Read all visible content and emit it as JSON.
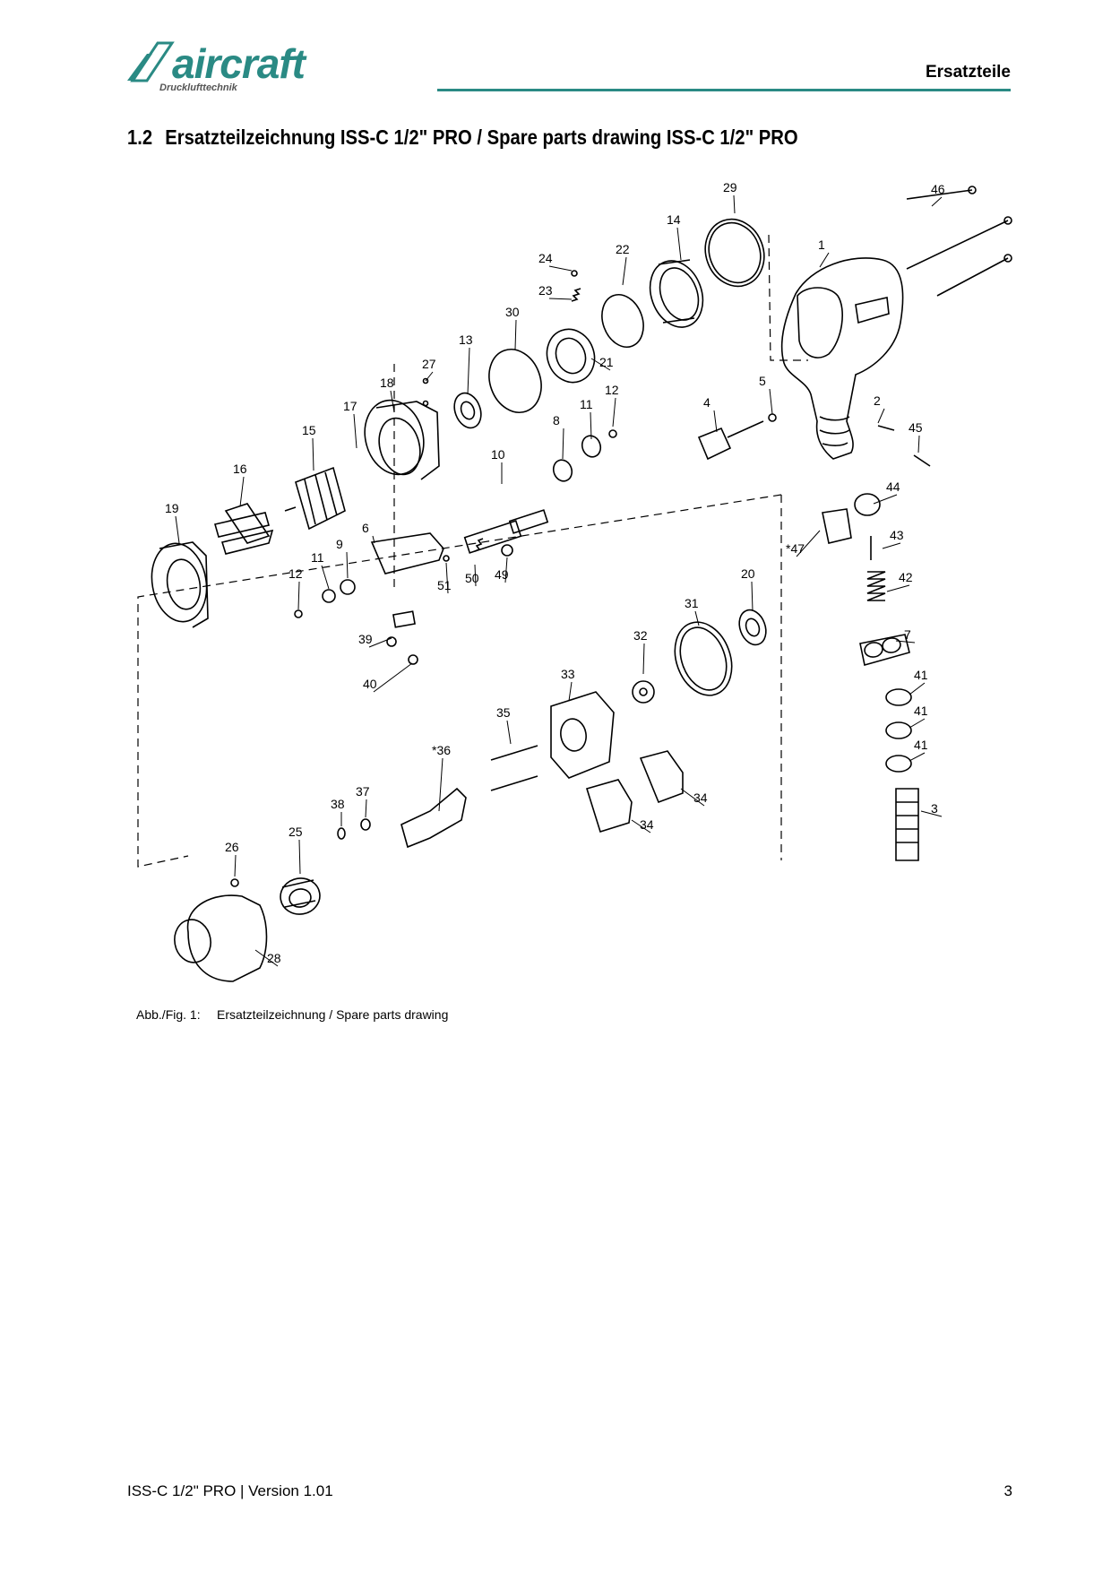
{
  "header": {
    "logo_text": "aircraft",
    "logo_subtitle": "Drucklufttechnik",
    "section_title": "Ersatzteile"
  },
  "heading": {
    "number": "1.2",
    "title": "Ersatzteilzeichnung ISS-C 1/2\" PRO / Spare parts drawing ISS-C 1/2\" PRO"
  },
  "drawing": {
    "part_labels": [
      "29",
      "46",
      "14",
      "1",
      "22",
      "24",
      "23",
      "30",
      "21",
      "13",
      "27",
      "5",
      "18",
      "12",
      "4",
      "2",
      "17",
      "11",
      "8",
      "45",
      "15",
      "10",
      "16",
      "44",
      "19",
      "6",
      "9",
      "*47",
      "43",
      "11",
      "12",
      "51",
      "50",
      "49",
      "20",
      "42",
      "31",
      "32",
      "7",
      "39",
      "41",
      "33",
      "40",
      "35",
      "41",
      "41",
      "*36",
      "34",
      "37",
      "3",
      "38",
      "34",
      "25",
      "26",
      "28"
    ]
  },
  "caption": {
    "label": "Abb./Fig. 1:",
    "text": "Ersatzteilzeichnung / Spare parts drawing"
  },
  "footer": {
    "doc": "ISS-C 1/2\" PRO | Version 1.01",
    "page": "3"
  }
}
